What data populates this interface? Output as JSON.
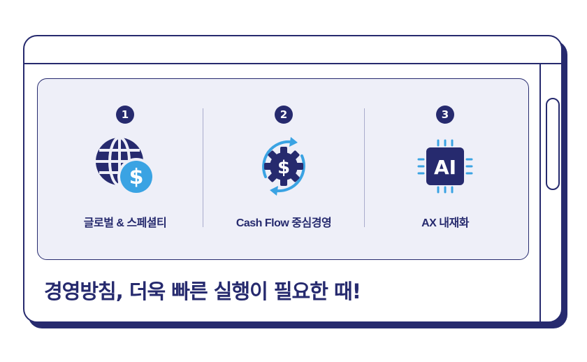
{
  "items": [
    {
      "number": "1",
      "label": "글로벌 & 스페셜티",
      "icon": "globe-dollar-icon"
    },
    {
      "number": "2",
      "label": "Cash Flow 중심경영",
      "icon": "gear-dollar-cycle-icon"
    },
    {
      "number": "3",
      "label": "AX 내재화",
      "icon": "ai-chip-icon"
    }
  ],
  "ai_chip_text": "AI",
  "dollar_symbol": "$",
  "headline": "경영방침, 더욱 빠른 실행이 필요한 때!",
  "colors": {
    "navy": "#262a6e",
    "panel": "#eeeff8",
    "accent_blue": "#3aa3e3"
  }
}
